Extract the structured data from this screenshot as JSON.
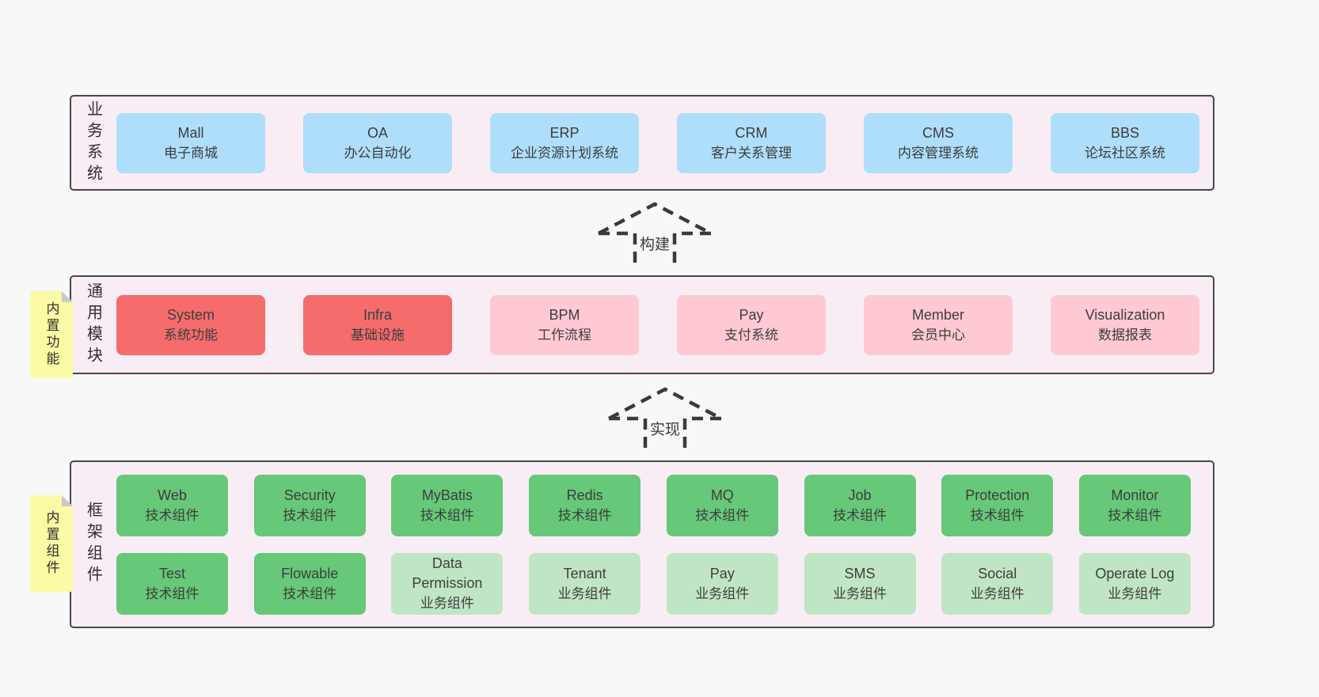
{
  "colors": {
    "page_bg": "#f8f8f8",
    "layer_bg": "#f9edf5",
    "layer_border": "#484848",
    "blue": "#aedef9",
    "red": "#f56c6c",
    "pink": "#ffc9d3",
    "green": "#66c878",
    "green_light": "#c0e5c4",
    "note_bg": "#fbfba5",
    "note_fold": "#c9c9cc",
    "arrow_stroke": "#3b3b3b"
  },
  "layers": [
    {
      "id": "business-systems",
      "label": "业务系统",
      "note": null,
      "rows": [
        [
          {
            "name": "Mall",
            "desc": "电子商城",
            "variant": "blue"
          },
          {
            "name": "OA",
            "desc": "办公自动化",
            "variant": "blue"
          },
          {
            "name": "ERP",
            "desc": "企业资源计划系统",
            "variant": "blue"
          },
          {
            "name": "CRM",
            "desc": "客户关系管理",
            "variant": "blue"
          },
          {
            "name": "CMS",
            "desc": "内容管理系统",
            "variant": "blue"
          },
          {
            "name": "BBS",
            "desc": "论坛社区系统",
            "variant": "blue"
          }
        ]
      ]
    },
    {
      "id": "common-modules",
      "label": "通用模块",
      "note": "内置功能",
      "rows": [
        [
          {
            "name": "System",
            "desc": "系统功能",
            "variant": "red"
          },
          {
            "name": "Infra",
            "desc": "基础设施",
            "variant": "red"
          },
          {
            "name": "BPM",
            "desc": "工作流程",
            "variant": "pink"
          },
          {
            "name": "Pay",
            "desc": "支付系统",
            "variant": "pink"
          },
          {
            "name": "Member",
            "desc": "会员中心",
            "variant": "pink"
          },
          {
            "name": "Visualization",
            "desc": "数据报表",
            "variant": "pink"
          }
        ]
      ]
    },
    {
      "id": "framework-components",
      "label": "框架组件",
      "note": "内置组件",
      "rows": [
        [
          {
            "name": "Web",
            "desc": "技术组件",
            "variant": "green"
          },
          {
            "name": "Security",
            "desc": "技术组件",
            "variant": "green"
          },
          {
            "name": "MyBatis",
            "desc": "技术组件",
            "variant": "green"
          },
          {
            "name": "Redis",
            "desc": "技术组件",
            "variant": "green"
          },
          {
            "name": "MQ",
            "desc": "技术组件",
            "variant": "green"
          },
          {
            "name": "Job",
            "desc": "技术组件",
            "variant": "green"
          },
          {
            "name": "Protection",
            "desc": "技术组件",
            "variant": "green"
          },
          {
            "name": "Monitor",
            "desc": "技术组件",
            "variant": "green"
          }
        ],
        [
          {
            "name": "Test",
            "desc": "技术组件",
            "variant": "green"
          },
          {
            "name": "Flowable",
            "desc": "技术组件",
            "variant": "green"
          },
          {
            "name": "Data Permission",
            "desc": "业务组件",
            "variant": "green-light"
          },
          {
            "name": "Tenant",
            "desc": "业务组件",
            "variant": "green-light"
          },
          {
            "name": "Pay",
            "desc": "业务组件",
            "variant": "green-light"
          },
          {
            "name": "SMS",
            "desc": "业务组件",
            "variant": "green-light"
          },
          {
            "name": "Social",
            "desc": "业务组件",
            "variant": "green-light"
          },
          {
            "name": "Operate Log",
            "desc": "业务组件",
            "variant": "green-light"
          }
        ]
      ]
    }
  ],
  "arrows": [
    {
      "label": "构建"
    },
    {
      "label": "实现"
    }
  ]
}
